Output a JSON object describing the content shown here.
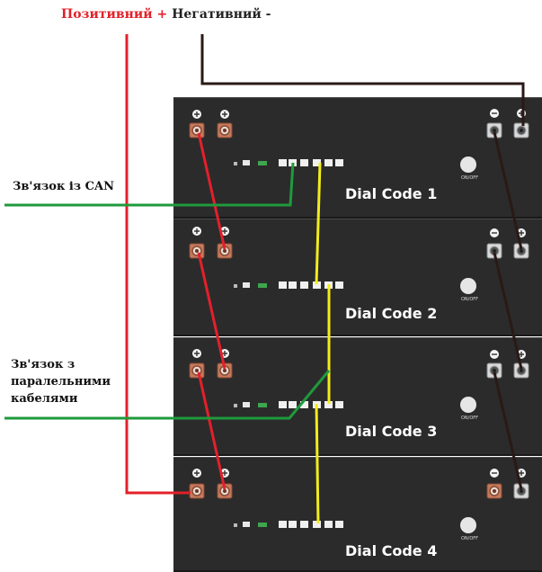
{
  "header": {
    "positive_label": "Позитивний +",
    "negative_label": "Негативний -"
  },
  "labels": {
    "can": "Зв'язок із CAN",
    "parallel_line1": "Зв'язок з",
    "parallel_line2": "паралельними",
    "parallel_line3": "кабелями"
  },
  "modules": [
    {
      "dial": "Dial Code 1",
      "switch_label": "ON/OFF"
    },
    {
      "dial": "Dial Code 2",
      "switch_label": "ON/OFF"
    },
    {
      "dial": "Dial Code 3",
      "switch_label": "ON/OFF"
    },
    {
      "dial": "Dial Code 4",
      "switch_label": "ON/OFF"
    }
  ],
  "colors": {
    "positive_wire": "#e3202a",
    "negative_wire": "#2a1a14",
    "can_wire": "#1f9a3c",
    "link_wire": "#f2ec1c",
    "module_body": "#2b2b2c",
    "terminal_copper": "#c57a5c"
  }
}
